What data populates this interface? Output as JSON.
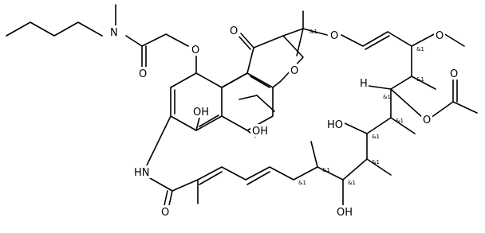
{
  "atoms": {
    "n_amide": "N",
    "o_amide_carbonyl": "O",
    "o_ether_aryl": "O",
    "o_ketone": "O",
    "o_furan": "O",
    "o_vinyl_ether": "O",
    "o_methoxy": "O",
    "o_acetate_carbonyl": "O",
    "o_acetate_ester": "O",
    "h_stereo": "H",
    "oh_naphth_1": "OH",
    "oh_naphth_2": "OH",
    "oh_chain_1": "HO",
    "oh_chain_2": "OH",
    "nh_lactam": "HN",
    "o_lactam": "O"
  },
  "stereo_label": "&1",
  "colors": {
    "bond": "#000000",
    "background": "#ffffff"
  }
}
